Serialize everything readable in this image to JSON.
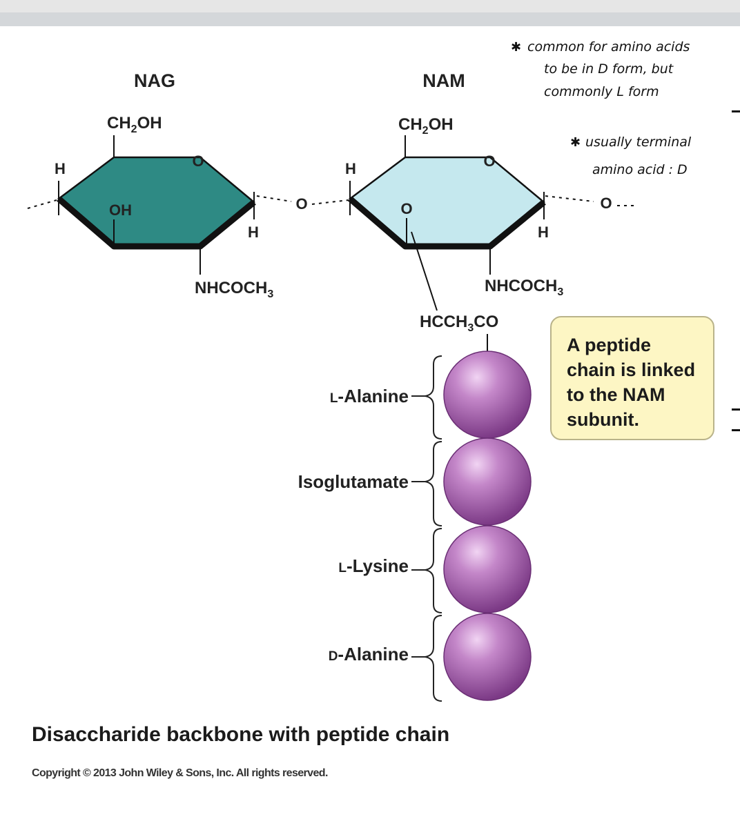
{
  "figure": {
    "nag_label": "NAG",
    "nam_label": "NAM",
    "ch2oh": {
      "ch": "CH",
      "sub": "2",
      "oh": "OH"
    },
    "ring_o": "O",
    "h": "H",
    "oh": "OH",
    "bridge_o": "O",
    "nhcoch3": {
      "main": "NHCOCH",
      "sub": "3"
    },
    "lactyl": {
      "pre": "HCCH",
      "sub": "3",
      "post": "CO"
    },
    "amino_acids": [
      {
        "prefix": "L",
        "name": "-Alanine"
      },
      {
        "prefix": "",
        "name": "Isoglutamate"
      },
      {
        "prefix": "L",
        "name": "-Lysine"
      },
      {
        "prefix": "D",
        "name": "-Alanine"
      }
    ],
    "callout": "A peptide chain is linked to the NAM subunit.",
    "caption": "Disaccharide backbone with peptide chain",
    "copyright": "Copyright © 2013 John Wiley & Sons, Inc. All rights reserved."
  },
  "handwritten_notes": {
    "note1": [
      "common for amino acids",
      "to be in D form, but",
      "commonly L form"
    ],
    "note2": [
      "usually terminal",
      "amino acid : D"
    ]
  },
  "colors": {
    "nag_ring": "#2e8a84",
    "nam_ring": "#c5e8ee",
    "bead": "#a05aa8",
    "callout_bg": "#fdf6c4"
  }
}
